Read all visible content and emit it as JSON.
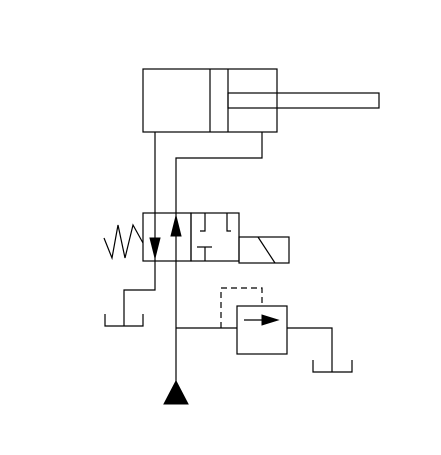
{
  "diagram": {
    "kind": "hydraulic-circuit-schematic",
    "components": [
      "double-acting-cylinder",
      "four-way-solenoid-valve-spring-return",
      "pressure-relief-valve",
      "hydraulic-pump-source",
      "tank-reservoir-valve-return",
      "tank-reservoir-relief-return"
    ],
    "colors": {
      "line": "#000000",
      "background": "#ffffff"
    }
  }
}
